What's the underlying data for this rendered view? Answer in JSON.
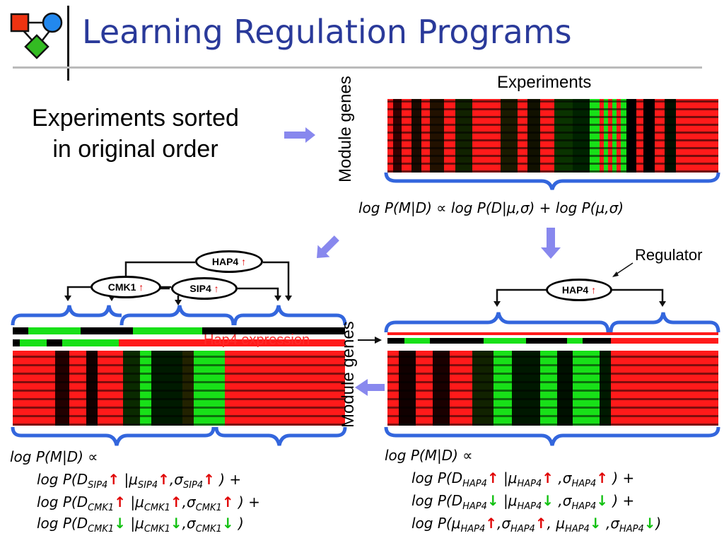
{
  "slide": {
    "title": "Learning Regulation Programs",
    "sorted_text_line1": "Experiments sorted",
    "sorted_text_line2": "in original order",
    "experiments_label": "Experiments",
    "module_genes_top": "Module genes",
    "module_genes_mid": "Module genes",
    "regulator_label": "Regulator",
    "hap4_expression_label": "Hap4 expression"
  },
  "nodes": {
    "hap4_right": "HAP4",
    "hap4_left": "HAP4",
    "cmk1": "CMK1",
    "sip4": "SIP4"
  },
  "equations": {
    "top": "log P(M|D) ∝ log P(D|μ,σ) + log P(μ,σ)",
    "left_head": "log P(M|D) ∝",
    "left_l1_a": "log P(D",
    "left_l1_sub": "SIP4",
    "left_l2_a": "log P(D",
    "left_l2_sub": "CMK1",
    "left_l3_a": "log P(D",
    "left_l3_sub": "CMK1",
    "right_head": "log P(M|D) ∝",
    "right_l1": "log P(D",
    "right_l2": "log P(D",
    "right_l3": "log P(",
    "sub_hap4": "HAP4",
    "mu": "μ",
    "sigma": "σ",
    "bar": "|",
    "comma": ",",
    "close_plus": ") +",
    "close": ")"
  },
  "colors": {
    "title": "#2a3a9a",
    "brace": "#3366dd",
    "arrow": "#8888ee",
    "heat_red": "#ff1a1a",
    "heat_green": "#18e018",
    "up_arrow": "#e00000",
    "down_arrow": "#10c010"
  },
  "icons": {
    "logo": "shapes-network-icon",
    "up": "red-up-arrow-icon",
    "down": "green-down-arrow-icon"
  }
}
